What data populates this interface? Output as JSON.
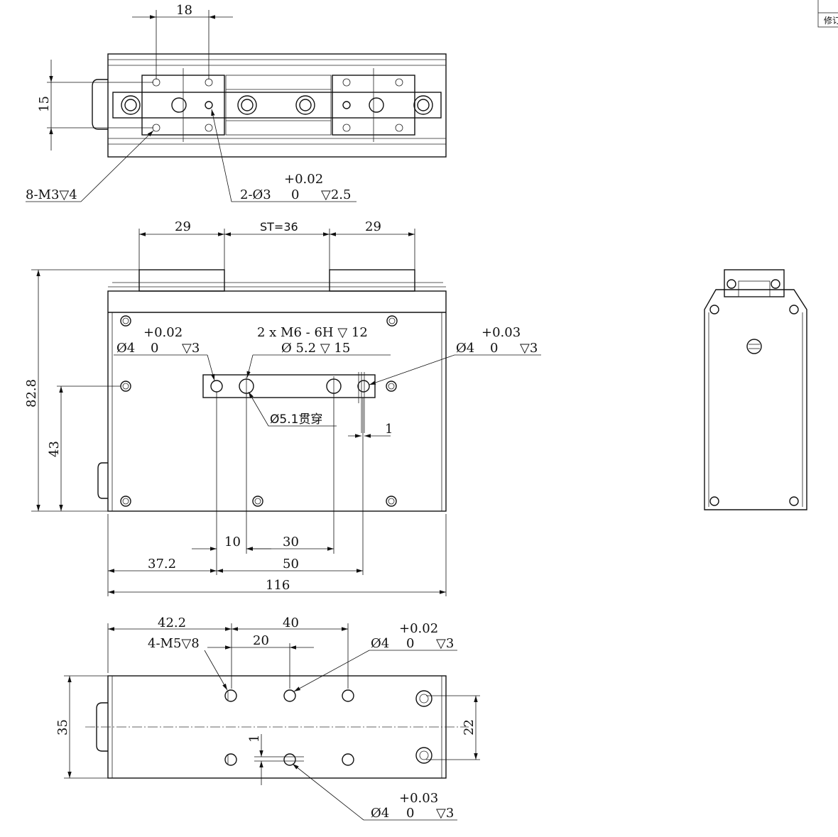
{
  "title_block": {
    "revision_label": "修订"
  },
  "top_view": {
    "dim_width": "18",
    "dim_height": "15",
    "note_holes": "8-M3▽4",
    "note_pin_prefix": "2-Ø3",
    "note_pin_tol_upper": "+0.02",
    "note_pin_tol_lower": "0",
    "note_pin_depth": "▽2.5"
  },
  "front_view": {
    "dim_left_block": "29",
    "dim_stroke": "ST=36",
    "dim_right_block": "29",
    "dim_total_height": "82.8",
    "dim_hole_height": "43",
    "left_pin_tol_upper": "+0.02",
    "left_pin_prefix": "Ø4",
    "left_pin_tol_lower": "0",
    "left_pin_depth": "▽3",
    "thread_note_line1": "2 x  M6 - 6H ▽ 12",
    "thread_note_line2": "Ø 5.2 ▽ 15",
    "right_pin_tol_upper": "+0.03",
    "right_pin_prefix": "Ø4",
    "right_pin_tol_lower": "0",
    "right_pin_depth": "▽3",
    "through_hole_note": "Ø5.1贯穿",
    "dim_slot_offset": "1",
    "dim_10": "10",
    "dim_30": "30",
    "dim_37_2": "37.2",
    "dim_50": "50",
    "dim_116": "116"
  },
  "bottom_view": {
    "dim_42_2": "42.2",
    "dim_40": "40",
    "dim_20": "20",
    "note_m5": "4-M5▽8",
    "pin_top_tol_upper": "+0.02",
    "pin_top_prefix": "Ø4",
    "pin_top_tol_lower": "0",
    "pin_top_depth": "▽3",
    "dim_35": "35",
    "dim_22": "22",
    "dim_1": "1",
    "pin_bottom_tol_upper": "+0.03",
    "pin_bottom_prefix": "Ø4",
    "pin_bottom_tol_lower": "0",
    "pin_bottom_depth": "▽3"
  }
}
